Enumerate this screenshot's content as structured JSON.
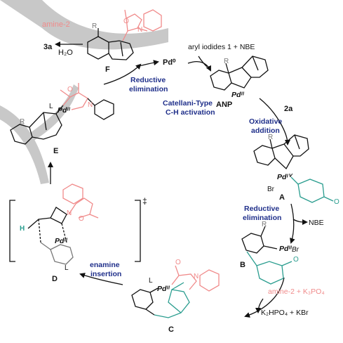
{
  "colors": {
    "teal": "#2a9d8f",
    "pink": "#f08a8a",
    "blue": "#1f2f8a",
    "gray_bg": "#c8c8c8"
  },
  "labels": {
    "amine2_top": "amine-2",
    "product_3a": "3a",
    "h2o": "H₂O",
    "F": "F",
    "E": "E",
    "D": "D",
    "C": "C",
    "B": "B",
    "A": "A",
    "ANP": "ANP",
    "pd0": "Pd⁰",
    "pd_ii_anp": "Pdᴵᴵ",
    "pd_iv_a": "Pdᴵⱽ",
    "pd_ii_b": "Pdᴵᴵ",
    "br_b": "Br",
    "pd_ii_c": "Pdᴵᴵ",
    "pd_ii_d": "Pdᴵᴵ",
    "pd_ii_e": "Pdᴵᴵ",
    "br_a": "Br",
    "L_c": "L",
    "L_d": "L",
    "L_e": "L",
    "R": "R",
    "H_d": "H",
    "O": "O",
    "N": "N",
    "dagger": "‡"
  },
  "steps": {
    "aryl_iodides": "aryl iodides 1 + NBE",
    "reductive_elim_top_1": "Reductive",
    "reductive_elim_top_2": "elimination",
    "catellani_1": "Catellani-Type",
    "catellani_2": "C-H activation",
    "reagent_2a": "2a",
    "oxidative_1": "Oxidative",
    "oxidative_2": "addition",
    "reductive_elim_mid_1": "Reductive",
    "reductive_elim_mid_2": "elimination",
    "nbe_out": "NBE",
    "amine_in": "amine-2 + K₃PO₄",
    "salts_out": "K₂HPO₄ + KBr",
    "enamine_1": "enamine",
    "enamine_2": "insertion"
  }
}
